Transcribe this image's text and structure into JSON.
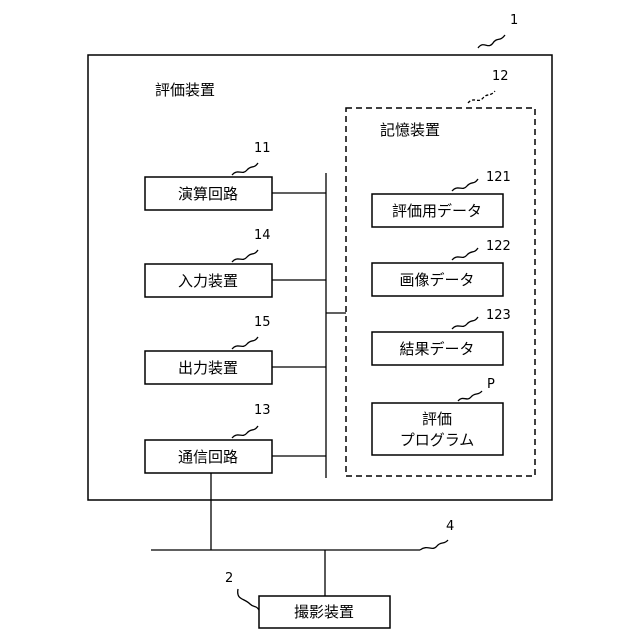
{
  "diagram": {
    "refs": {
      "device": "1",
      "camera": "2",
      "network": "4",
      "storage": "12",
      "arithmetic": "11",
      "input": "14",
      "output": "15",
      "comm": "13",
      "eval_data": "121",
      "image_data": "122",
      "result_data": "123",
      "program": "P"
    },
    "labels": {
      "device": "評価装置",
      "storage": "記憶装置",
      "arithmetic": "演算回路",
      "input": "入力装置",
      "output": "出力装置",
      "comm": "通信回路",
      "eval_data": "評価用データ",
      "image_data": "画像データ",
      "result_data": "結果データ",
      "program_line1": "評価",
      "program_line2": "プログラム",
      "camera": "撮影装置"
    }
  }
}
